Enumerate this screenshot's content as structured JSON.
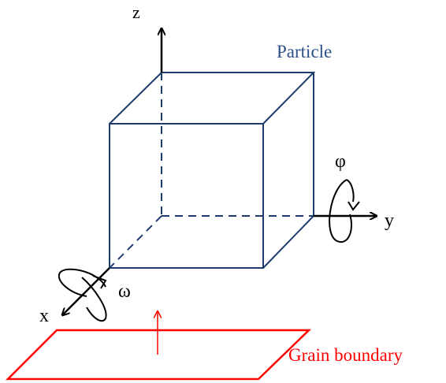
{
  "labels": {
    "particle": "Particle",
    "axis_z": "z",
    "axis_y": "y",
    "axis_x": "x",
    "phi": "φ",
    "omega": "ω",
    "grain_boundary": "Grain boundary"
  },
  "colors": {
    "cube": "#1f3c6e",
    "particle_text": "#2b4f86",
    "axes": "#000000",
    "grain_boundary": "#ff0000"
  }
}
